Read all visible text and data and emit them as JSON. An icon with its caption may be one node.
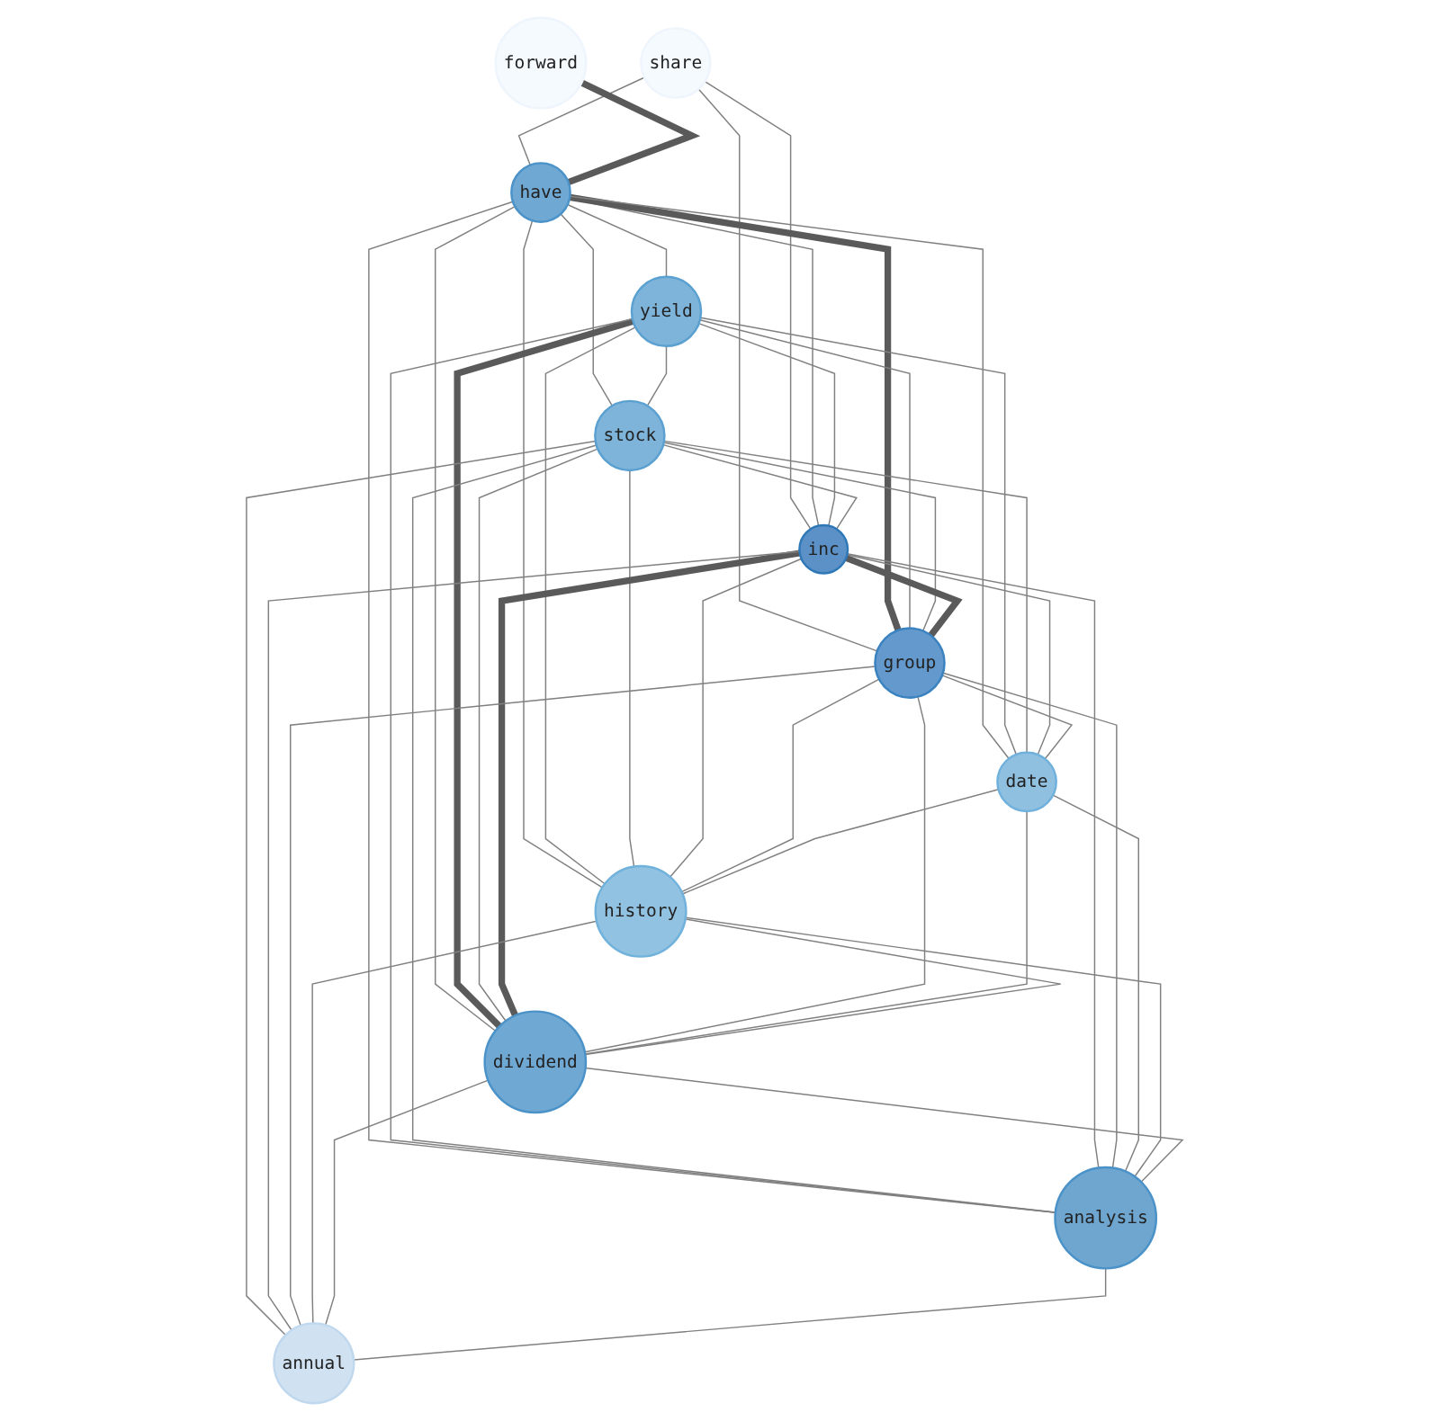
{
  "diagram": {
    "nodes": [
      {
        "text": [
          "share"
        ]
      },
      {
        "text": [
          "forward"
        ]
      },
      {
        "text": [
          "yield"
        ]
      },
      {
        "text": [
          "stock"
        ]
      },
      {
        "text": [
          "have"
        ]
      },
      {
        "text": [
          "inc"
        ]
      },
      {
        "text": [
          "group"
        ]
      },
      {
        "text": [
          "date"
        ]
      },
      {
        "text": [
          "history"
        ]
      },
      {
        "text": [
          "dividend"
        ]
      },
      {
        "text": [
          "analysis"
        ]
      },
      {
        "text": [
          "annual"
        ]
      }
    ],
    "edges": [
      {
        "from": 0,
        "to": 4,
        "arrow": "none"
      },
      {
        "from": 0,
        "to": 5,
        "arrow": "none"
      },
      {
        "from": 0,
        "to": 6,
        "arrow": "none"
      },
      {
        "from": 1,
        "to": 4,
        "arrow": "none",
        "style": "thick"
      },
      {
        "from": 4,
        "to": 2,
        "arrow": "none"
      },
      {
        "from": 4,
        "to": 3,
        "arrow": "none"
      },
      {
        "from": 4,
        "to": 5,
        "arrow": "none"
      },
      {
        "from": 4,
        "to": 6,
        "arrow": "none",
        "style": "thick"
      },
      {
        "from": 4,
        "to": 7,
        "arrow": "none"
      },
      {
        "from": 4,
        "to": 8,
        "arrow": "none"
      },
      {
        "from": 4,
        "to": 9,
        "arrow": "none"
      },
      {
        "from": 4,
        "to": 10,
        "arrow": "none"
      },
      {
        "from": 2,
        "to": 3,
        "arrow": "none"
      },
      {
        "from": 2,
        "to": 5,
        "arrow": "none"
      },
      {
        "from": 2,
        "to": 6,
        "arrow": "none"
      },
      {
        "from": 2,
        "to": 7,
        "arrow": "none"
      },
      {
        "from": 2,
        "to": 8,
        "arrow": "none"
      },
      {
        "from": 2,
        "to": 9,
        "arrow": "none",
        "style": "thick"
      },
      {
        "from": 2,
        "to": 10,
        "arrow": "none"
      },
      {
        "from": 3,
        "to": 5,
        "arrow": "none"
      },
      {
        "from": 3,
        "to": 6,
        "arrow": "none"
      },
      {
        "from": 3,
        "to": 7,
        "arrow": "none"
      },
      {
        "from": 3,
        "to": 8,
        "arrow": "none"
      },
      {
        "from": 3,
        "to": 9,
        "arrow": "none"
      },
      {
        "from": 3,
        "to": 10,
        "arrow": "none"
      },
      {
        "from": 3,
        "to": 11,
        "arrow": "none"
      },
      {
        "from": 5,
        "to": 6,
        "arrow": "none",
        "style": "thick"
      },
      {
        "from": 5,
        "to": 7,
        "arrow": "none"
      },
      {
        "from": 5,
        "to": 8,
        "arrow": "none"
      },
      {
        "from": 5,
        "to": 9,
        "arrow": "none",
        "style": "thick"
      },
      {
        "from": 5,
        "to": 10,
        "arrow": "none"
      },
      {
        "from": 5,
        "to": 11,
        "arrow": "none"
      },
      {
        "from": 6,
        "to": 7,
        "arrow": "none"
      },
      {
        "from": 6,
        "to": 8,
        "arrow": "none"
      },
      {
        "from": 6,
        "to": 9,
        "arrow": "none"
      },
      {
        "from": 6,
        "to": 10,
        "arrow": "none"
      },
      {
        "from": 6,
        "to": 11,
        "arrow": "none"
      },
      {
        "from": 7,
        "to": 8,
        "arrow": "none"
      },
      {
        "from": 7,
        "to": 9,
        "arrow": "none"
      },
      {
        "from": 7,
        "to": 10,
        "arrow": "none"
      },
      {
        "from": 8,
        "to": 9,
        "arrow": "none"
      },
      {
        "from": 8,
        "to": 10,
        "arrow": "none"
      },
      {
        "from": 8,
        "to": 11,
        "arrow": "none"
      },
      {
        "from": 9,
        "to": 10,
        "arrow": "none"
      },
      {
        "from": 9,
        "to": 11,
        "arrow": "none"
      },
      {
        "from": 10,
        "to": 11,
        "arrow": "none"
      }
    ]
  }
}
